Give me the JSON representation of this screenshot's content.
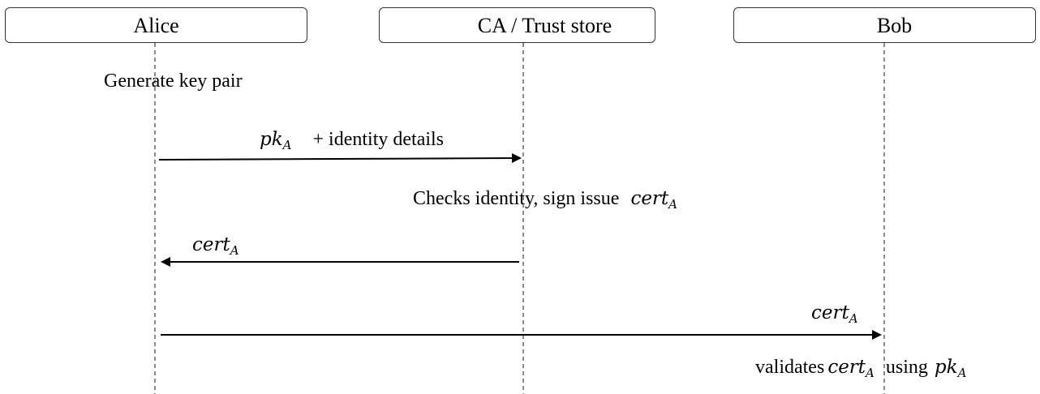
{
  "actors": {
    "alice": "Alice",
    "ca": "CA / Trust store",
    "bob": "Bob"
  },
  "notes": {
    "generate": "Generate key pair",
    "check_text": "Checks identity, sign issue",
    "check_sym": "cert",
    "check_sub": "A",
    "validate_prefix": "validates",
    "validate_sym": "cert",
    "validate_sub": "A",
    "validate_mid": "using",
    "validate_sym2": "pk",
    "validate_sub2": "A"
  },
  "messages": {
    "m1_sym": "pk",
    "m1_sub": "A",
    "m1_text": "+ identity details",
    "m2_sym": "cert",
    "m2_sub": "A",
    "m3_sym": "cert",
    "m3_sub": "A"
  },
  "colors": {
    "lifeline": "#8c8c8c",
    "arrow": "#000000",
    "border": "#333333"
  }
}
